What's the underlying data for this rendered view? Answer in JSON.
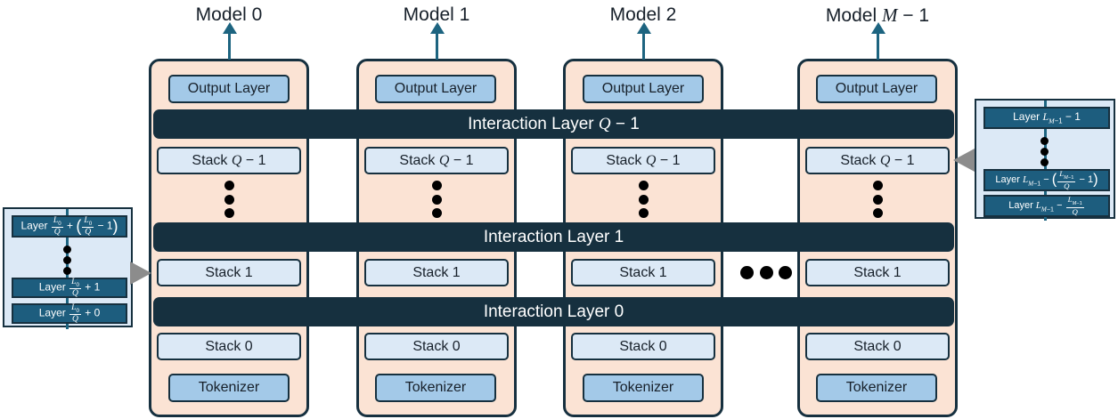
{
  "diagram": {
    "title": "Interleaved multi-model stack with interaction layers",
    "colors": {
      "model_panel": "#fbe3d4",
      "outline": "#16303f",
      "interaction_bar": "#16303f",
      "tokenizer_box": "#a3c9e8",
      "stack_box": "#dce9f6",
      "connector": "#1d6480",
      "callout_bg": "#dce9f6",
      "callout_layer_box": "#1d5d7e",
      "pointer": "#8c8c8c"
    }
  },
  "models": [
    {
      "title": "Model 0",
      "title_plain": "Model 0"
    },
    {
      "title": "Model 1",
      "title_plain": "Model 1"
    },
    {
      "title": "Model 2",
      "title_plain": "Model 2"
    },
    {
      "title": "Model M − 1",
      "title_plain": "Model M-1"
    }
  ],
  "column_boxes": {
    "output_layer": "Output Layer",
    "stack_top": "Stack Q − 1",
    "stack_one": "Stack 1",
    "stack_zero": "Stack 0",
    "tokenizer": "Tokenizer"
  },
  "interaction_layers": [
    {
      "label": "Interaction Layer Q − 1",
      "label_plain": "Interaction Layer Q-1"
    },
    {
      "label": "Interaction Layer 1",
      "label_plain": "Interaction Layer 1"
    },
    {
      "label": "Interaction Layer 0",
      "label_plain": "Interaction Layer 0"
    }
  ],
  "ellipsis": {
    "horizontal": "•••",
    "vertical": "⋮"
  },
  "callout_left": {
    "points_to": "Stack 1 of Model 0",
    "layers": [
      {
        "text": "Layer L₀/Q + (L₀/Q − 1)",
        "text_plain": "Layer L_0/Q + (L_0/Q - 1)"
      },
      {
        "text": "Layer L₀/Q + 1",
        "text_plain": "Layer L_0/Q + 1"
      },
      {
        "text": "Layer L₀/Q + 0",
        "text_plain": "Layer L_0/Q + 0"
      }
    ]
  },
  "callout_right": {
    "points_to": "Stack Q − 1 of Model M − 1",
    "layers": [
      {
        "text": "Layer L_{M−1} − 1",
        "text_plain": "Layer L_{M-1} - 1"
      },
      {
        "text": "Layer L_{M−1} − (L_{M−1}/Q − 1)",
        "text_plain": "Layer L_{M-1} - (L_{M-1}/Q - 1)"
      },
      {
        "text": "Layer L_{M−1} − L_{M−1}/Q",
        "text_plain": "Layer L_{M-1} - L_{M-1}/Q"
      }
    ]
  }
}
